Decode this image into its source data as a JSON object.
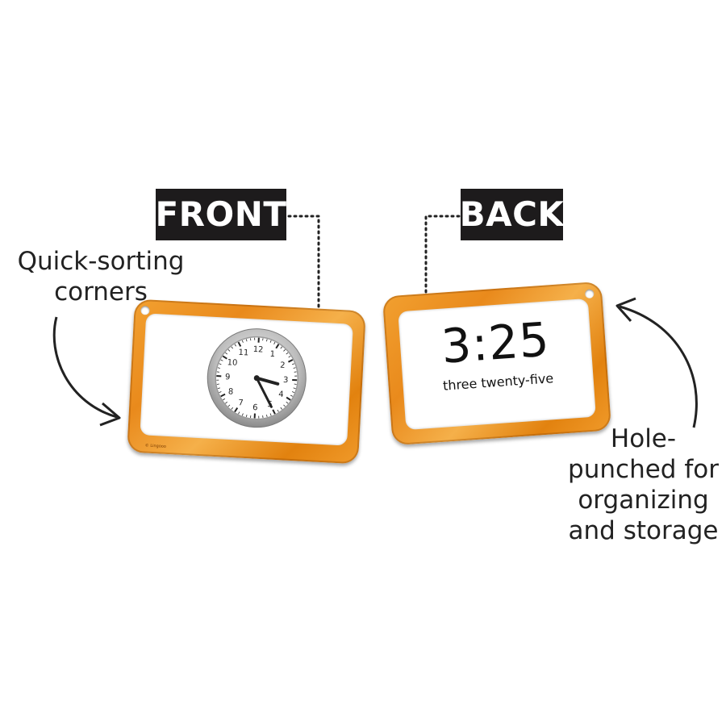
{
  "labels": {
    "front": "FRONT",
    "back": "BACK"
  },
  "callouts": {
    "left_line1": "Quick-sorting",
    "left_line2": "corners",
    "right_line1": "Hole-",
    "right_line2": "punched for",
    "right_line3": "organizing",
    "right_line4": "and storage"
  },
  "front_card": {
    "brand_text": "© Lingooo",
    "clock": {
      "hour": 3,
      "minute": 25,
      "numbers": [
        "12",
        "1",
        "2",
        "3",
        "4",
        "5",
        "6",
        "7",
        "8",
        "9",
        "10",
        "11"
      ]
    }
  },
  "back_card": {
    "time": "3:25",
    "words": "three twenty-five"
  },
  "colors": {
    "card_orange": "#ed9424",
    "label_bg": "#1d1b1c",
    "label_text": "#ffffff"
  }
}
